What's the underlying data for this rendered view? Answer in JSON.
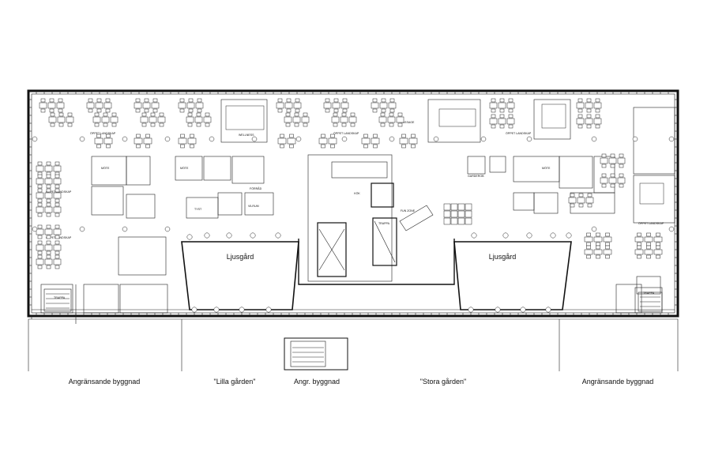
{
  "floorplan": {
    "courtyards": {
      "left": "Ljusgård",
      "right": "Ljusgård"
    },
    "room_labels": {
      "landskap_top_left": "ÖPPET LANDSKAP",
      "landskap_top_mid": "ÖPPET LANDSKAP",
      "landskap_left": "ÖPPET LANDSKAP",
      "landskap_left_low": "ÖPPET LANDSKAP",
      "landskap_right_top": "ÖPPET LANDSKAP",
      "landskap_right": "ÖPPET LANDSKAP",
      "wellness": "WELLNESS",
      "passage": "PASSAGE",
      "garderob": "GARDEROB",
      "trappa_left": "TRAPPA",
      "trappa_right": "TRAPPA",
      "trappa_core": "TRAPPA",
      "motesrum_a": "MÖTE",
      "motesrum_b": "MÖTE",
      "motesrum_c": "MÖTE",
      "tyst_rum": "TYST",
      "forrad": "FÖRRÅD",
      "vilrum": "VILRUM",
      "kok": "KÖK",
      "fun_zone": "FUN ZONE"
    },
    "bottom_labels": {
      "neighbor_left": "Angränsande byggnad",
      "lilla_garden": "\"Lilla gården\"",
      "angr_byggnad": "Angr. byggnad",
      "stora_garden": "\"Stora gården\"",
      "neighbor_right": "Angränsande byggnad"
    }
  }
}
